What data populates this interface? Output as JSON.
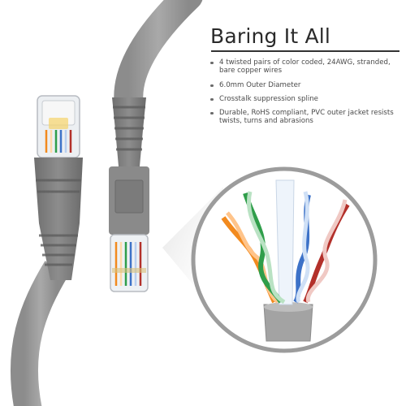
{
  "heading": "Baring It All",
  "features": [
    "4 twisted pairs of color coded, 24AWG, stranded, bare copper wires",
    "6.0mm Outer Diameter",
    "Crosstalk suppression spline",
    "Durable, RoHS compliant, PVC outer jacket resists twists, turns and abrasions"
  ],
  "colors": {
    "cable_gray": "#9a9a9a",
    "connector_gray": "#7a7a7a",
    "pair_orange": "#f28a1e",
    "pair_green": "#2f9e4a",
    "pair_blue": "#3d72c8",
    "pair_brown": "#b3302a",
    "spline_white": "#eef4fb"
  },
  "icons": [
    "ethernet-connector-icon",
    "twisted-pair-wires-icon",
    "bullet-icon"
  ]
}
